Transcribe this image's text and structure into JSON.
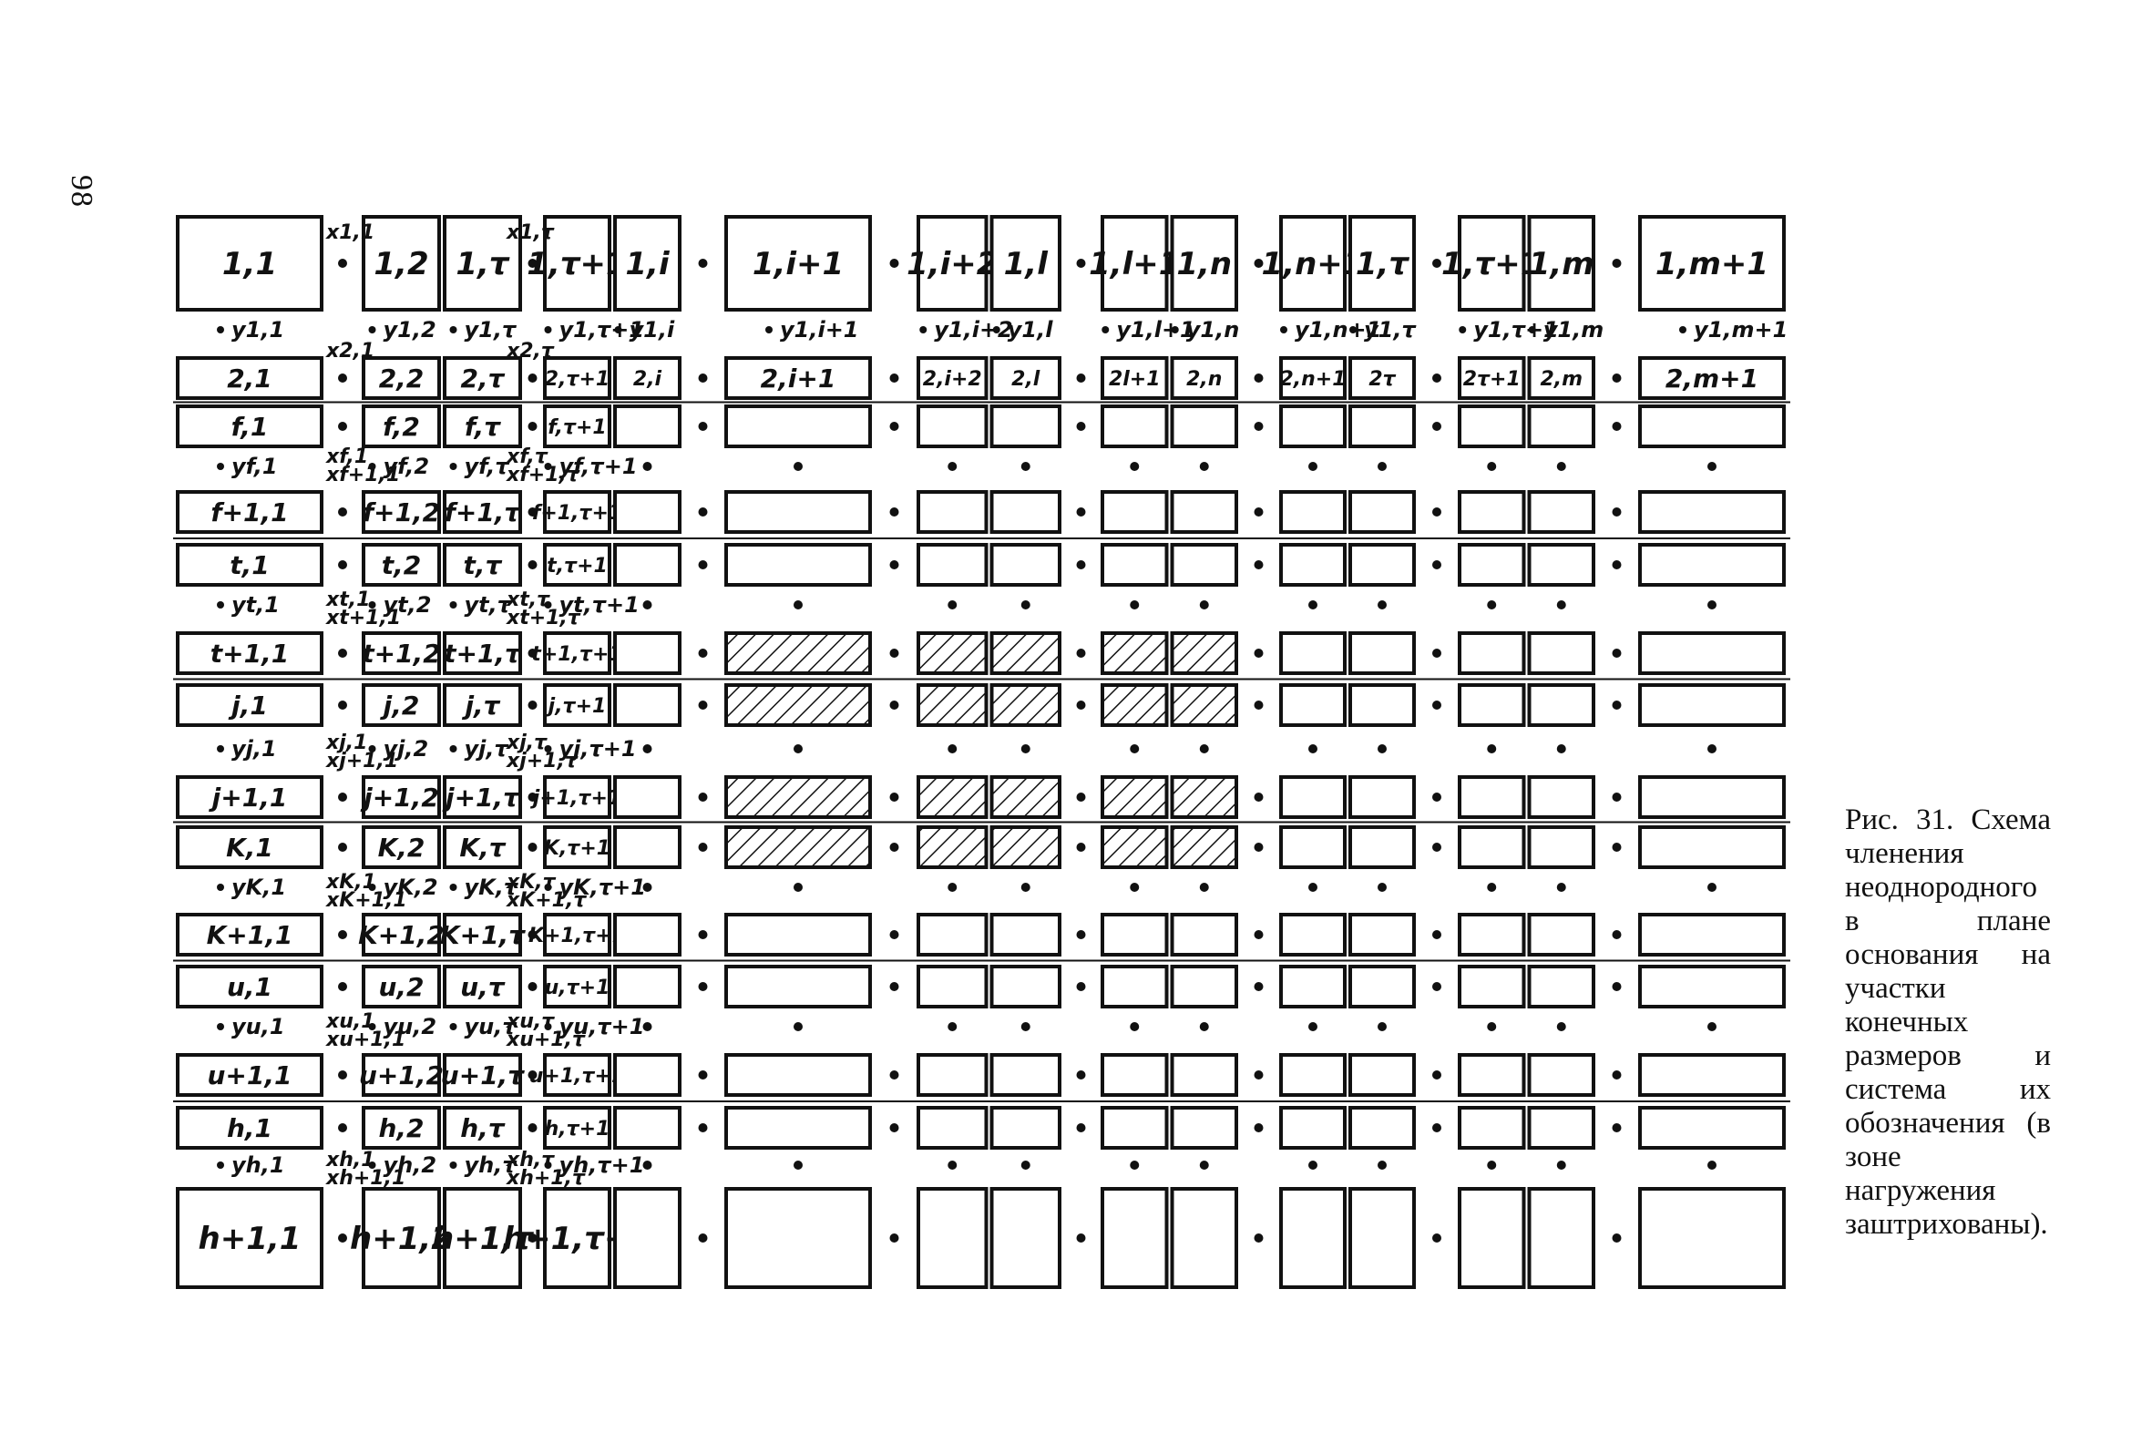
{
  "page_number": "98",
  "caption": "Рис. 31. Схема членения неоднородного в плане основания на участки конечных размеров и система их обозначения (в зоне нагружения заштрихованы).",
  "grid": {
    "row_labels": [
      [
        "1,1",
        "1,2",
        "1,τ",
        "1,τ+1",
        "1,i",
        "1,i+1",
        "1,i+2",
        "1,l",
        "1,l+1",
        "1,n",
        "1,n+1",
        "1,τ",
        "1,τ+1",
        "1,m",
        "1,m+1"
      ],
      [
        "2,1",
        "2,2",
        "2,τ",
        "2,τ+1",
        "2,i",
        "2,i+1",
        "2,i+2",
        "2,l",
        "2l+1",
        "2,n",
        "2,n+1",
        "2τ",
        "2τ+1",
        "2,m",
        "2,m+1"
      ],
      [
        "f,1",
        "f,2",
        "f,τ",
        "f,τ+1",
        "",
        "",
        "",
        "",
        "",
        "",
        "",
        "",
        "",
        "",
        ""
      ],
      [
        "f+1,1",
        "f+1,2",
        "f+1,τ",
        "f+1,τ+1",
        "",
        "",
        "",
        "",
        "",
        "",
        "",
        "",
        "",
        "",
        ""
      ],
      [
        "t,1",
        "t,2",
        "t,τ",
        "t,τ+1",
        "",
        "",
        "",
        "",
        "",
        "",
        "",
        "",
        "",
        "",
        ""
      ],
      [
        "t+1,1",
        "t+1,2",
        "t+1,τ",
        "t+1,τ+1",
        "",
        "",
        "",
        "",
        "",
        "",
        "",
        "",
        "",
        "",
        ""
      ],
      [
        "j,1",
        "j,2",
        "j,τ",
        "j,τ+1",
        "",
        "",
        "",
        "",
        "",
        "",
        "",
        "",
        "",
        "",
        ""
      ],
      [
        "j+1,1",
        "j+1,2",
        "j+1,τ",
        "j+1,τ+1",
        "",
        "",
        "",
        "",
        "",
        "",
        "",
        "",
        "",
        "",
        ""
      ],
      [
        "K,1",
        "K,2",
        "K,τ",
        "K,τ+1",
        "",
        "",
        "",
        "",
        "",
        "",
        "",
        "",
        "",
        "",
        ""
      ],
      [
        "K+1,1",
        "K+1,2",
        "K+1,τ",
        "K+1,τ+1",
        "",
        "",
        "",
        "",
        "",
        "",
        "",
        "",
        "",
        "",
        ""
      ],
      [
        "u,1",
        "u,2",
        "u,τ",
        "u,τ+1",
        "",
        "",
        "",
        "",
        "",
        "",
        "",
        "",
        "",
        "",
        ""
      ],
      [
        "u+1,1",
        "u+1,2",
        "u+1,τ",
        "u+1,τ+1",
        "",
        "",
        "",
        "",
        "",
        "",
        "",
        "",
        "",
        "",
        ""
      ],
      [
        "h,1",
        "h,2",
        "h,τ",
        "h,τ+1",
        "",
        "",
        "",
        "",
        "",
        "",
        "",
        "",
        "",
        "",
        ""
      ],
      [
        "h+1,1",
        "h+1,2",
        "h+1,τ",
        "h+1,τ+1",
        "",
        "",
        "",
        "",
        "",
        "",
        "",
        "",
        "",
        "",
        ""
      ]
    ],
    "loaded_zone": {
      "row_from": 5,
      "row_to": 8,
      "col_from": 5,
      "col_to": 9
    },
    "y_labels": [
      [
        "y1,1",
        "y1,2",
        "y1,τ",
        "y1,τ+1",
        "y1,i",
        "y1,i+1",
        "y1,i+2",
        "y1,l",
        "y1,l+1",
        "y1,n",
        "y1,n+1",
        "y1,τ",
        "y1,τ+1",
        "y1,m",
        "y1,m+1"
      ],
      [
        "yf,1",
        "yf,2",
        "yf,τ",
        "yf,τ+1"
      ],
      [
        "yt,1",
        "yt,2",
        "yt,τ",
        "yt,τ+1"
      ],
      [
        "yj,1",
        "yj,2",
        "yj,τ",
        "yj,τ+1"
      ],
      [
        "yK,1",
        "yK,2",
        "yK,τ",
        "yK,τ+1"
      ],
      [
        "yu,1",
        "yu,2",
        "yu,τ",
        "yu,τ+1"
      ],
      [
        "yh,1",
        "yh,2",
        "yh,τ",
        "yh,τ+1"
      ]
    ],
    "x_labels": [
      [
        "x1,1",
        "x1,τ"
      ],
      [
        "x2,1",
        "x2,τ"
      ],
      [
        "xf,1",
        "xf+1,1",
        "xf,τ",
        "xf+1,τ"
      ],
      [
        "xt,1",
        "xt+1,1",
        "xt,τ",
        "xt+1,τ"
      ],
      [
        "xj,1",
        "xj+1,1",
        "xj,τ",
        "xj+1,τ"
      ],
      [
        "xK,1",
        "xK+1,1",
        "xK,τ",
        "xK+1,τ"
      ],
      [
        "xu,1",
        "xu+1,1",
        "xu,τ",
        "xu+1,τ"
      ],
      [
        "xh,1",
        "xh+1,1",
        "xh,τ",
        "xh+1,τ"
      ]
    ]
  }
}
